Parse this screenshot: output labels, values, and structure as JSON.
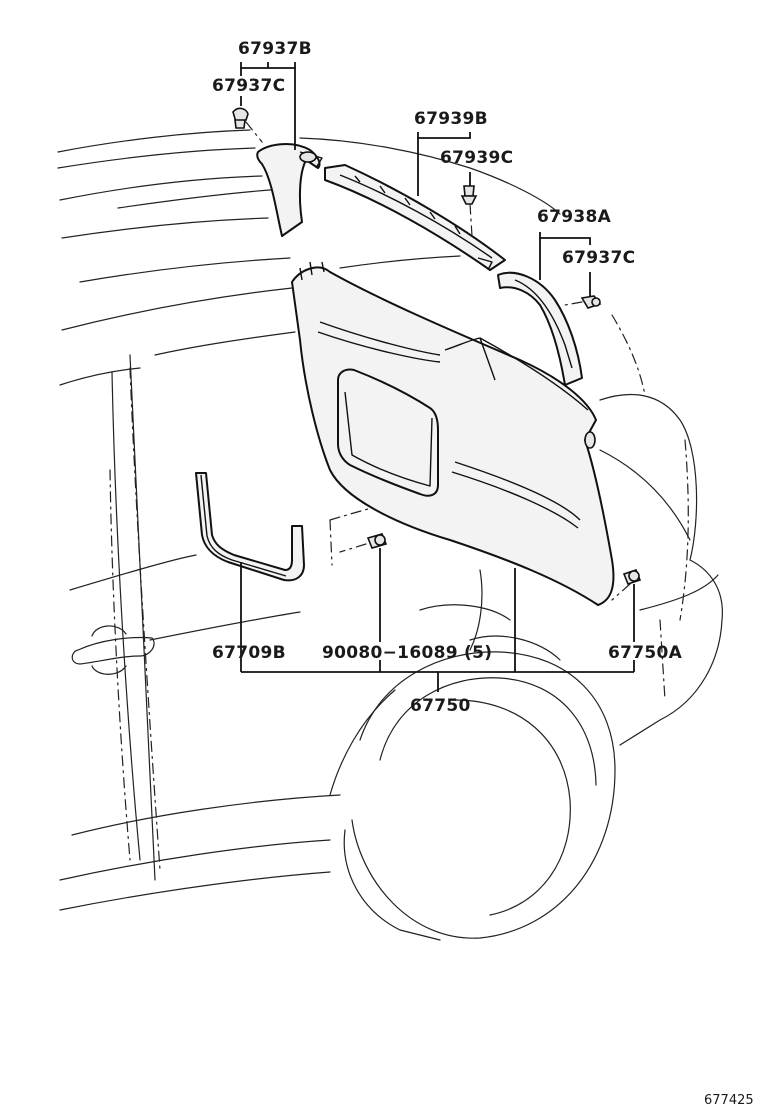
{
  "labels": {
    "p67937B": "67937B",
    "p67937C_top": "67937C",
    "p67939B": "67939B",
    "p67939C": "67939C",
    "p67938A": "67938A",
    "p67937C_right": "67937C",
    "p67709B": "67709B",
    "p90080": "90080−16089 (5)",
    "p67750A": "67750A",
    "p67750": "67750"
  },
  "diagram_code": "677425"
}
